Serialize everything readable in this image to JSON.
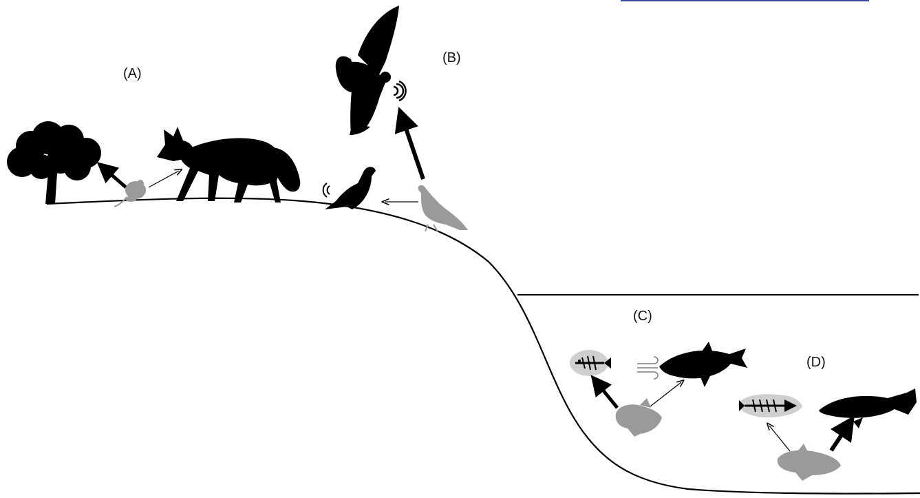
{
  "panels": [
    {
      "id": "A",
      "label": "(A)"
    },
    {
      "id": "B",
      "label": "(B)"
    },
    {
      "id": "C",
      "label": "(C)"
    },
    {
      "id": "D",
      "label": "(D)"
    }
  ],
  "colors": {
    "ink": "#000000",
    "prey_grey": "#9a9a9a",
    "light_grey": "#cfcfcf",
    "blue_line": "#3a4b9c"
  },
  "icons": [
    "tree-icon",
    "mouse-icon",
    "fox-icon",
    "pigeon-icon",
    "dove-icon",
    "hawk-icon",
    "sound-waves-icon",
    "wind-icon",
    "fish-skeleton-icon",
    "predator-fish-icon",
    "prey-fish-icon",
    "trout-icon"
  ]
}
